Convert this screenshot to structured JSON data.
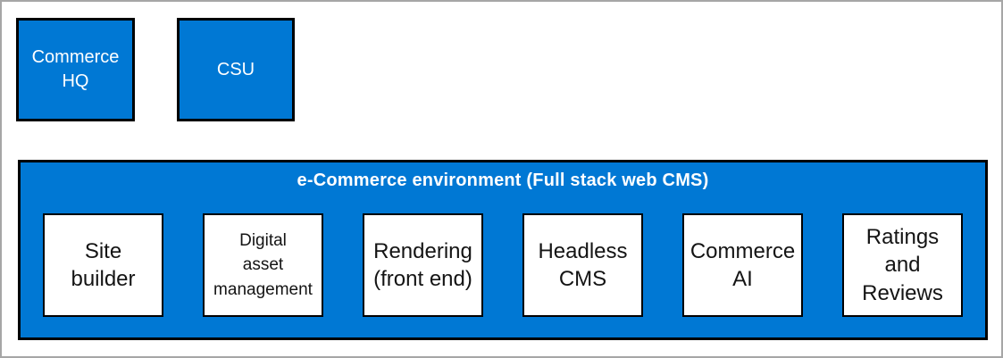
{
  "colors": {
    "brand_blue": "#0078d4",
    "box_border_black": "#000000",
    "outer_frame_gray": "#a6a6a6",
    "inner_box_white": "#ffffff",
    "title_text_white": "#ffffff",
    "box_text_black": "#141414"
  },
  "top_row": {
    "boxes": [
      {
        "label": "Commerce\nHQ"
      },
      {
        "label": "CSU"
      }
    ]
  },
  "environment": {
    "title": "e-Commerce environment (Full stack web CMS)",
    "boxes": [
      {
        "label": "Site\nbuilder"
      },
      {
        "label": "Digital\nasset\nmanagement"
      },
      {
        "label": "Rendering\n(front end)"
      },
      {
        "label": "Headless\nCMS"
      },
      {
        "label": "Commerce\nAI"
      },
      {
        "label": "Ratings\nand\nReviews"
      }
    ]
  }
}
